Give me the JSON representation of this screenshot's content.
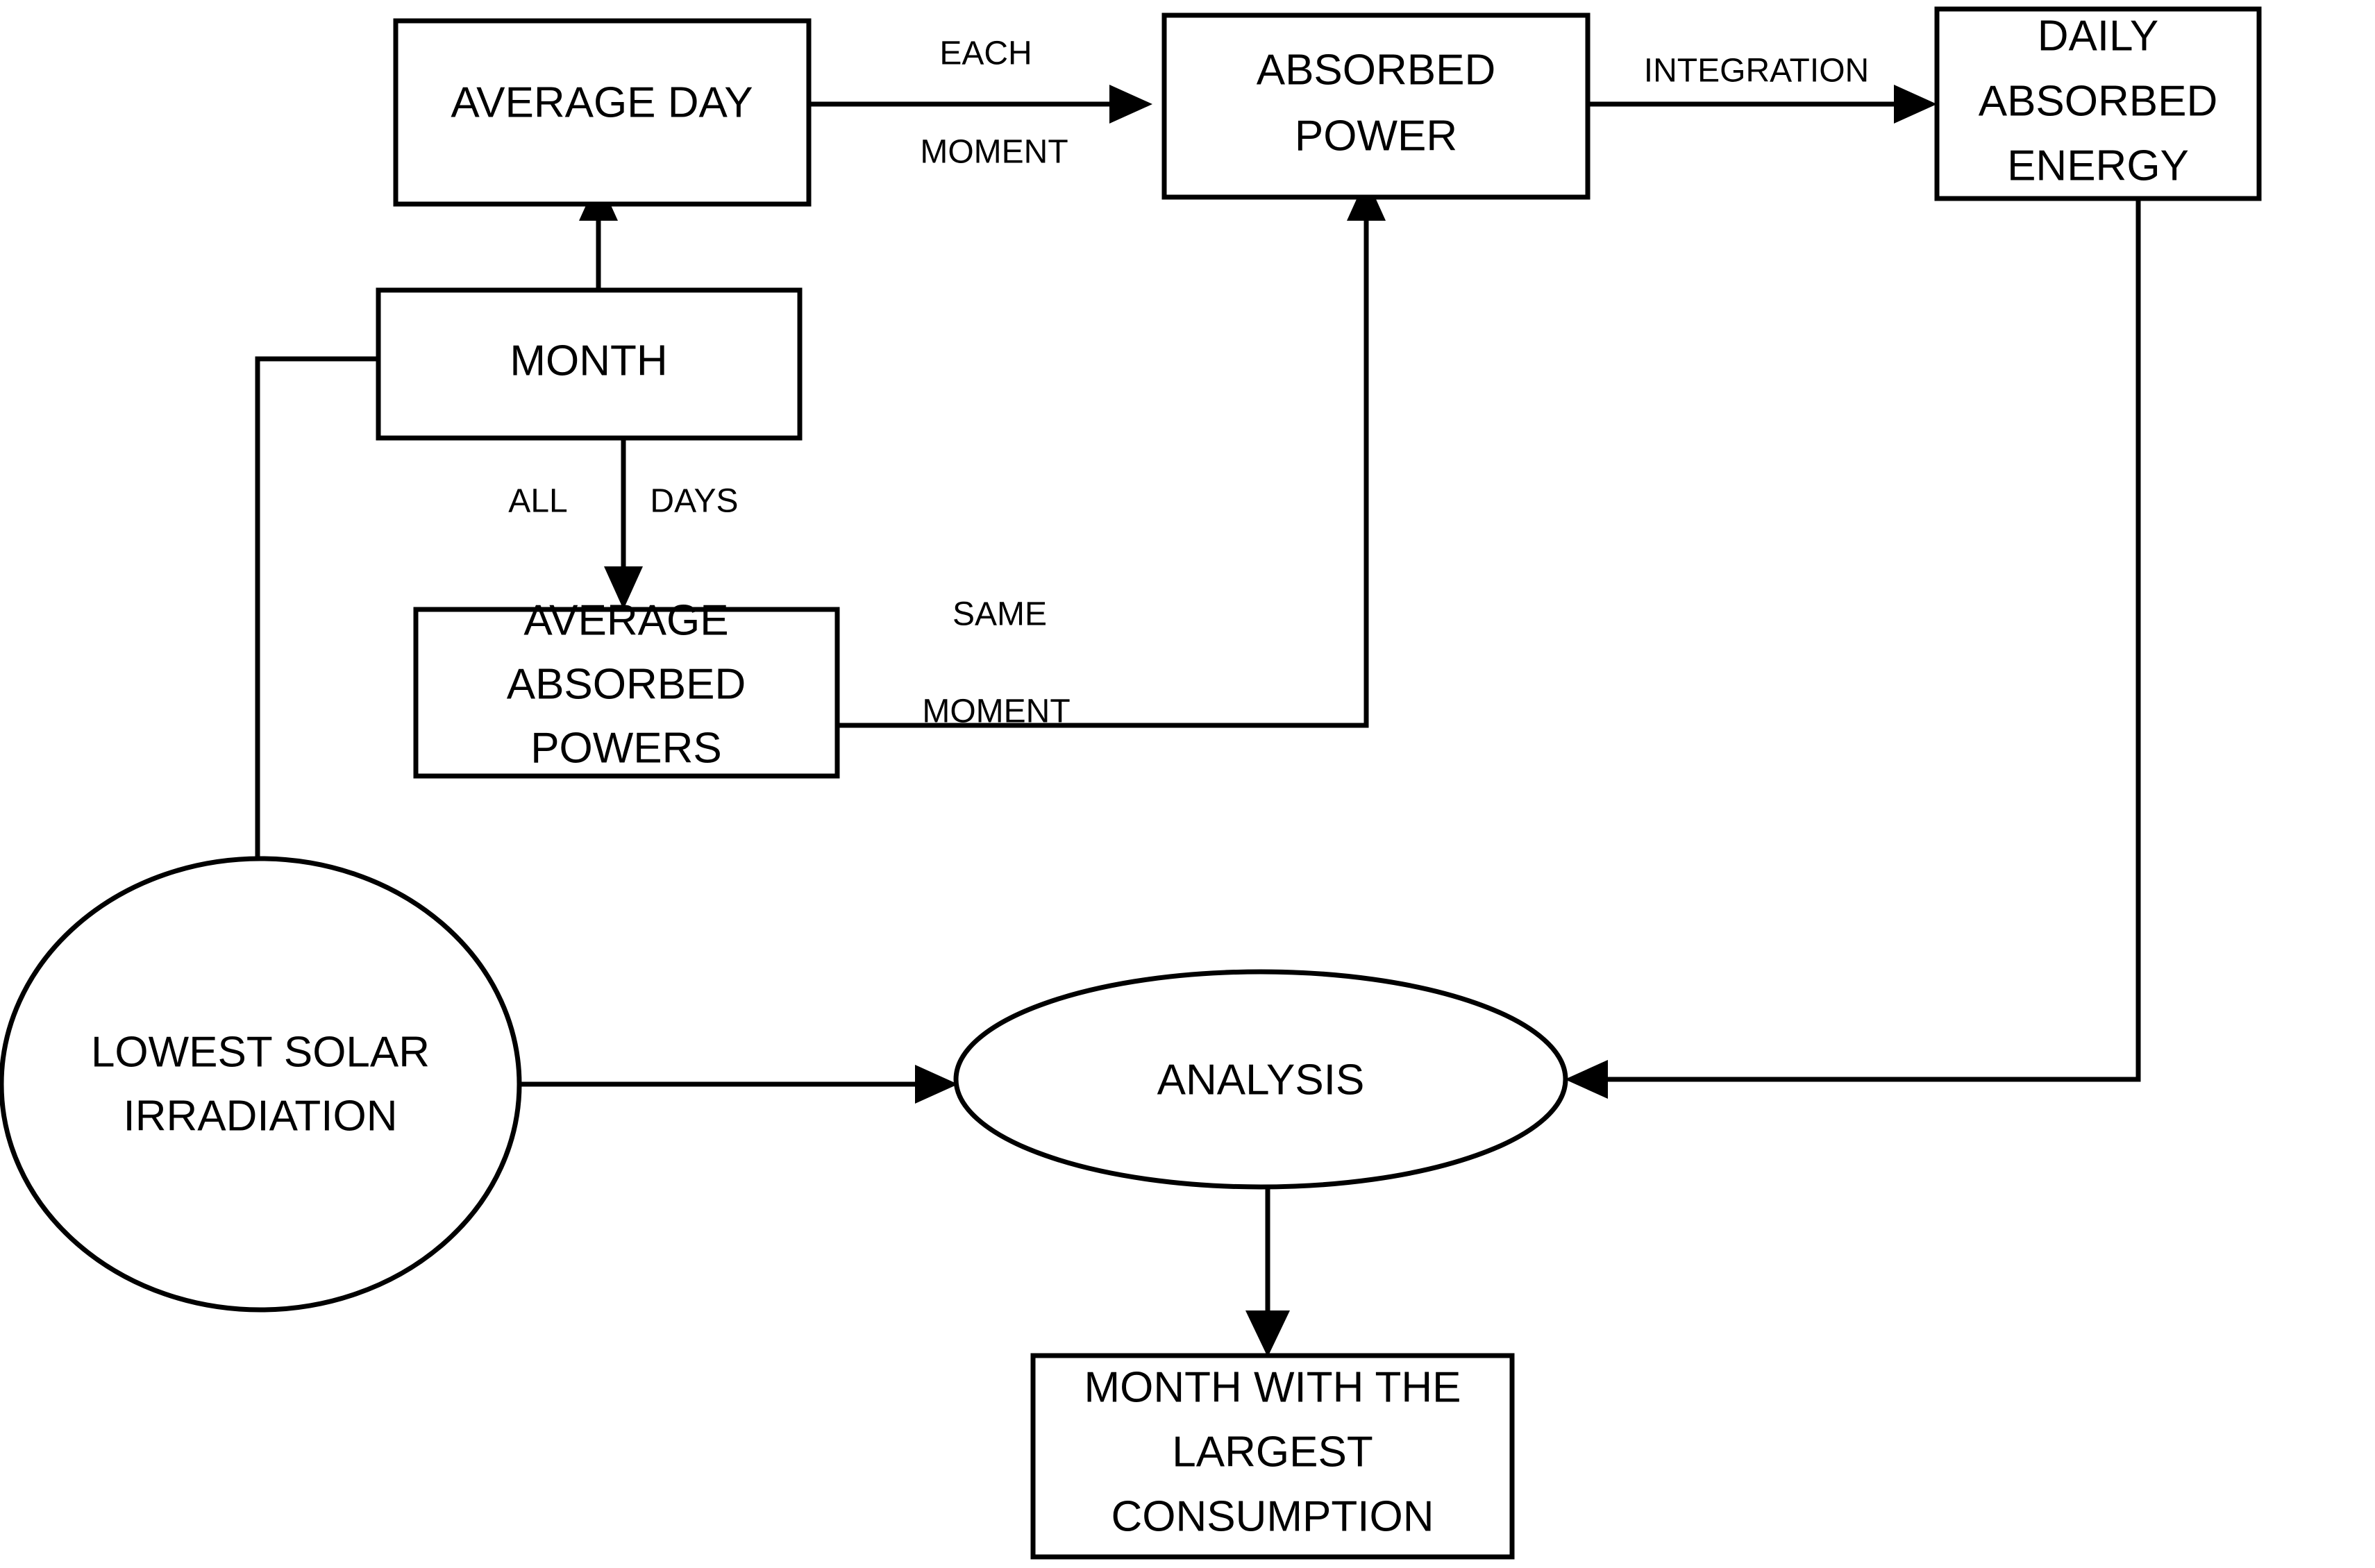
{
  "diagram": {
    "type": "flowchart",
    "title": "Solar absorbed energy analysis flowchart",
    "colors": {
      "stroke": "#000000",
      "fill": "#ffffff",
      "text": "#000000"
    },
    "nodes": [
      {
        "id": "average-day",
        "shape": "rect",
        "lines": [
          "AVERAGE DAY"
        ]
      },
      {
        "id": "absorbed-power",
        "shape": "rect",
        "lines": [
          "ABSORBED",
          "POWER"
        ]
      },
      {
        "id": "daily-absorbed-energy",
        "shape": "rect",
        "lines": [
          "DAILY",
          "ABSORBED",
          "ENERGY"
        ]
      },
      {
        "id": "month",
        "shape": "rect",
        "lines": [
          "MONTH"
        ]
      },
      {
        "id": "average-absorbed-powers",
        "shape": "rect",
        "lines": [
          "AVERAGE",
          "ABSORBED",
          "POWERS"
        ]
      },
      {
        "id": "lowest-solar-irradiation",
        "shape": "ellipse",
        "lines": [
          "LOWEST SOLAR",
          "IRRADIATION"
        ]
      },
      {
        "id": "analysis",
        "shape": "ellipse",
        "lines": [
          "ANALYSIS"
        ]
      },
      {
        "id": "month-with-largest-consumption",
        "shape": "rect",
        "lines": [
          "MONTH WITH THE",
          "LARGEST",
          "CONSUMPTION"
        ]
      }
    ],
    "edges": [
      {
        "id": "average-day-to-absorbed-power",
        "from": "average-day",
        "to": "absorbed-power",
        "label_lines": [
          "EACH",
          "MOMENT"
        ]
      },
      {
        "id": "absorbed-power-to-daily-absorbed-energy",
        "from": "absorbed-power",
        "to": "daily-absorbed-energy",
        "label_lines": [
          "INTEGRATION"
        ]
      },
      {
        "id": "month-to-average-day",
        "from": "month",
        "to": "average-day",
        "label_lines": []
      },
      {
        "id": "month-to-average-absorbed-powers",
        "from": "month",
        "to": "average-absorbed-powers",
        "label_lines": [
          "ALL",
          "DAYS"
        ]
      },
      {
        "id": "average-absorbed-powers-to-absorbed-power",
        "from": "average-absorbed-powers",
        "to": "absorbed-power",
        "label_lines": [
          "SAME",
          "MOMENT"
        ]
      },
      {
        "id": "month-to-lowest-solar-irradiation",
        "from": "month",
        "to": "lowest-solar-irradiation",
        "label_lines": []
      },
      {
        "id": "lowest-solar-irradiation-to-analysis",
        "from": "lowest-solar-irradiation",
        "to": "analysis",
        "label_lines": []
      },
      {
        "id": "daily-absorbed-energy-to-analysis",
        "from": "daily-absorbed-energy",
        "to": "analysis",
        "label_lines": []
      },
      {
        "id": "analysis-to-month-with-largest-consumption",
        "from": "analysis",
        "to": "month-with-largest-consumption",
        "label_lines": []
      }
    ],
    "labels": {
      "average_day": "AVERAGE DAY",
      "absorbed_power_l1": "ABSORBED",
      "absorbed_power_l2": "POWER",
      "daily_absorbed_energy_l1": "DAILY",
      "daily_absorbed_energy_l2": "ABSORBED",
      "daily_absorbed_energy_l3": "ENERGY",
      "month": "MONTH",
      "average_absorbed_powers_l1": "AVERAGE",
      "average_absorbed_powers_l2": "ABSORBED",
      "average_absorbed_powers_l3": "POWERS",
      "lowest_solar_irradiation_l1": "LOWEST SOLAR",
      "lowest_solar_irradiation_l2": "IRRADIATION",
      "analysis": "ANALYSIS",
      "month_largest_consumption_l1": "MONTH WITH THE",
      "month_largest_consumption_l2": "LARGEST",
      "month_largest_consumption_l3": "CONSUMPTION",
      "edge_each": "EACH",
      "edge_moment_1": "MOMENT",
      "edge_integration": "INTEGRATION",
      "edge_all": "ALL",
      "edge_days": "DAYS",
      "edge_same": "SAME",
      "edge_moment_2": "MOMENT"
    }
  }
}
